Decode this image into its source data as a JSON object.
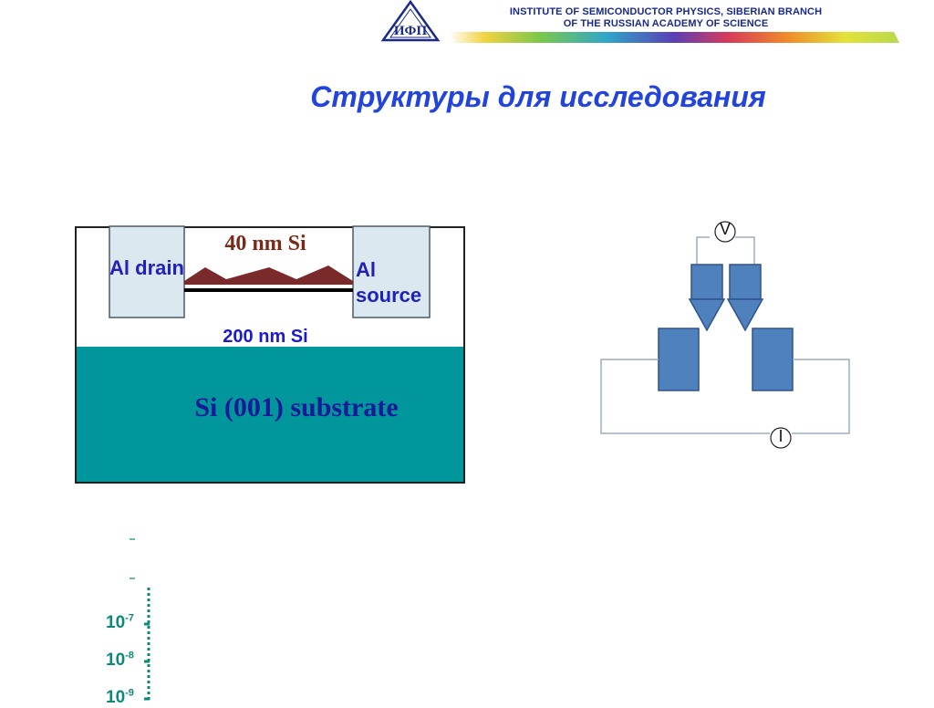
{
  "header": {
    "logo_text": "ИФП",
    "institute_line1": "INSTITUTE OF SEMICONDUCTOR PHYSICS, SIBERIAN BRANCH",
    "institute_line2": "OF THE RUSSIAN ACADEMY OF SCIENCE"
  },
  "title": "Структуры для исследования",
  "structure": {
    "drain_label": "Al drain",
    "source_label": "Al source",
    "top_layer_label": "40 nm Si",
    "middle_layer_label": "200 nm Si",
    "substrate_label": "Si (001) substrate",
    "colors": {
      "substrate": "#00969b",
      "contact_fill": "#dce8f0",
      "si_layer": "#7a2a2a"
    }
  },
  "circuit": {
    "voltmeter_label": "V",
    "ammeter_label": "I",
    "colors": {
      "pad_fill": "#4f81bd",
      "pad_stroke": "#2f528f"
    }
  },
  "axis_fragment": {
    "ticks": [
      {
        "base": "10",
        "exp": "-7"
      },
      {
        "base": "10",
        "exp": "-8"
      },
      {
        "base": "10",
        "exp": "-9"
      }
    ],
    "color": "#0b8a7a"
  }
}
